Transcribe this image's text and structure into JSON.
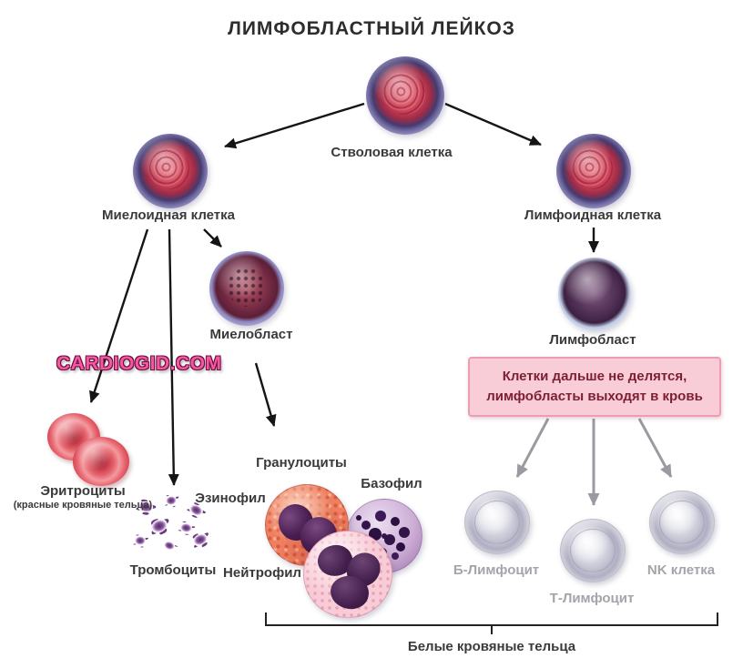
{
  "title": "ЛИМФОБЛАСТНЫЙ ЛЕЙКОЗ",
  "watermark": "CARDIOGID.COM",
  "nodes": {
    "stem_cell": {
      "label": "Стволовая клетка"
    },
    "myeloid_cell": {
      "label": "Миелоидная клетка"
    },
    "lymphoid_cell": {
      "label": "Лимфоидная клетка"
    },
    "myeloblast": {
      "label": "Миелобласт"
    },
    "lymphoblast": {
      "label": "Лимфобласт"
    },
    "erythrocytes": {
      "label": "Эритроциты",
      "sublabel": "(красные кровяные тельца)"
    },
    "platelets": {
      "label": "Тромбоциты"
    },
    "granulocytes": {
      "label": "Гранулоциты"
    },
    "eosinophil": {
      "label": "Эзинофил"
    },
    "basophil": {
      "label": "Базофил"
    },
    "neutrophil": {
      "label": "Нейтрофил"
    },
    "b_lymphocyte": {
      "label": "Б-Лимфоцит"
    },
    "t_lymphocyte": {
      "label": "Т-Лимфоцит"
    },
    "nk_cell": {
      "label": "NK клетка"
    }
  },
  "note_box": {
    "line1": "Клетки дальше не делятся,",
    "line2": "лимфобласты выходят в кровь",
    "bg": "#f8cdd8",
    "border": "#ee9cb2",
    "text_color": "#7d1f33"
  },
  "footer": {
    "label": "Белые кровяные тельца"
  },
  "colors": {
    "arrow_black": "#151515",
    "arrow_gray": "#9a9aa0",
    "label_dark": "#3a3a3a",
    "label_gray": "#a4a4aa",
    "watermark_pink": "#f558a0"
  }
}
